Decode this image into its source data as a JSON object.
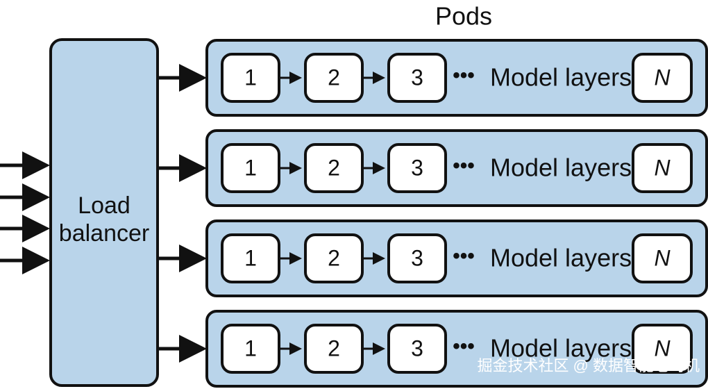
{
  "title": "Pods",
  "load_balancer": {
    "line1": "Load",
    "line2": "balancer"
  },
  "pods": [
    {
      "layers": [
        "1",
        "2",
        "3"
      ],
      "ellipsis": "•••",
      "label": "Model layers",
      "last_layer": "N"
    },
    {
      "layers": [
        "1",
        "2",
        "3"
      ],
      "ellipsis": "•••",
      "label": "Model layers",
      "last_layer": "N"
    },
    {
      "layers": [
        "1",
        "2",
        "3"
      ],
      "ellipsis": "•••",
      "label": "Model layers",
      "last_layer": "N"
    },
    {
      "layers": [
        "1",
        "2",
        "3"
      ],
      "ellipsis": "•••",
      "label": "Model layers",
      "last_layer": "N"
    }
  ],
  "watermark": "掘金技术社区 @ 数据智能老司机",
  "colors": {
    "box_fill": "#b9d4ea",
    "stroke": "#111111",
    "layer_fill": "#ffffff"
  }
}
